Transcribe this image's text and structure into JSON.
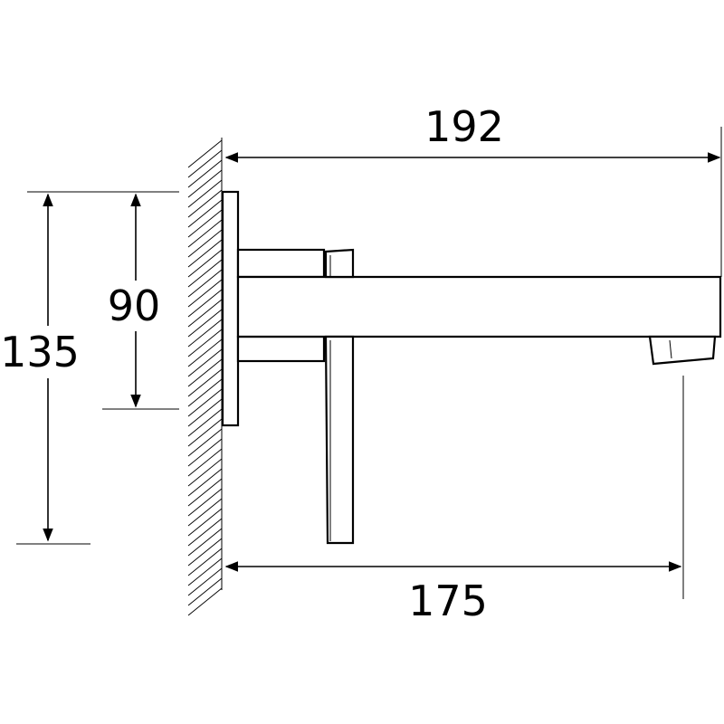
{
  "dimensions": {
    "overall_length": "192",
    "spout_reach": "175",
    "total_height": "135",
    "inner_height": "90"
  }
}
